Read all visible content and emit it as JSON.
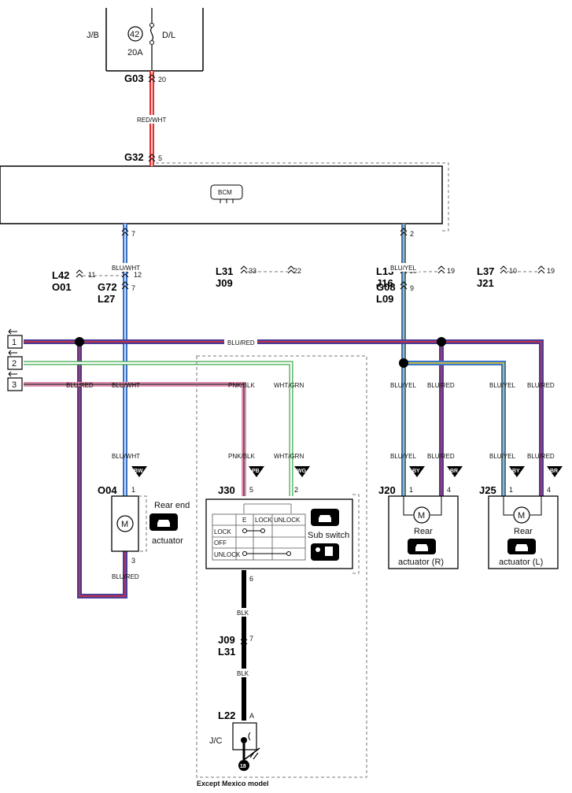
{
  "jb": {
    "label": "J/B",
    "fuse_no": "42",
    "fuse_rating": "20A",
    "circuit": "D/L"
  },
  "connectors": {
    "g03": "G03",
    "g32": "G32",
    "g72": "G72",
    "l27": "L27",
    "g08": "G08",
    "l09": "L09",
    "l42": "L42",
    "o01": "O01",
    "l31a": "L31",
    "j09a": "J09",
    "l13": "L13",
    "j16": "J16",
    "l37": "L37",
    "j21": "J21",
    "o04": "O04",
    "j30": "J30",
    "j20": "J20",
    "j25": "J25",
    "j09b": "J09",
    "l31b": "L31",
    "l22": "L22"
  },
  "pins": {
    "g03": "20",
    "g32": "5",
    "bcm_left": "7",
    "bcm_right": "2",
    "g72": "7",
    "g08": "9",
    "o01_a": "11",
    "o01_b": "12",
    "l31_a": "33",
    "l31_b": "22",
    "l13_a": "10",
    "l13_b": "19",
    "l37_a": "10",
    "l37_b": "19",
    "o04_top": "1",
    "o04_bot": "3",
    "j30_a": "5",
    "j30_b": "2",
    "j30_bot": "6",
    "j20_a": "1",
    "j20_b": "4",
    "j25_a": "1",
    "j25_b": "4",
    "j09_b": "7",
    "l22": "A"
  },
  "wires": {
    "red_wht": "RED/WHT",
    "blu_wht": "BLU/WHT",
    "blu_yel": "BLU/YEL",
    "blu_red": "BLU/RED",
    "pnk_blk": "PNK/BLK",
    "wht_grn": "WHT/GRN",
    "blk": "BLK"
  },
  "bcm_label": "BCM",
  "buses": [
    "1",
    "2",
    "3"
  ],
  "badges": {
    "bw": "BW",
    "pb": "PB",
    "wg": "WG",
    "by": "BY",
    "br": "BR"
  },
  "actuators": {
    "motor": "M",
    "rear_end_1": "Rear end",
    "rear_end_2": "actuator",
    "rear": "Rear",
    "rear_r": "actuator (R)",
    "rear_l": "actuator (L)"
  },
  "switch": {
    "name": "Sub switch",
    "col_e": "E",
    "col_lock": "LOCK",
    "col_unlock": "UNLOCK",
    "row_lock": "LOCK",
    "row_off": "OFF",
    "row_unlock": "UNLOCK",
    "dl_icon": "DL",
    "pass_icon": "Pass"
  },
  "jc_label": "J/C",
  "ground_no": "18",
  "note": "Except Mexico model",
  "colors": {
    "red": "#e03030",
    "blue": "#3a73c8",
    "green": "#3aa84a",
    "yellow": "#e8d21f",
    "pink": "#e08fb0",
    "purple": "#4b3c9a"
  }
}
